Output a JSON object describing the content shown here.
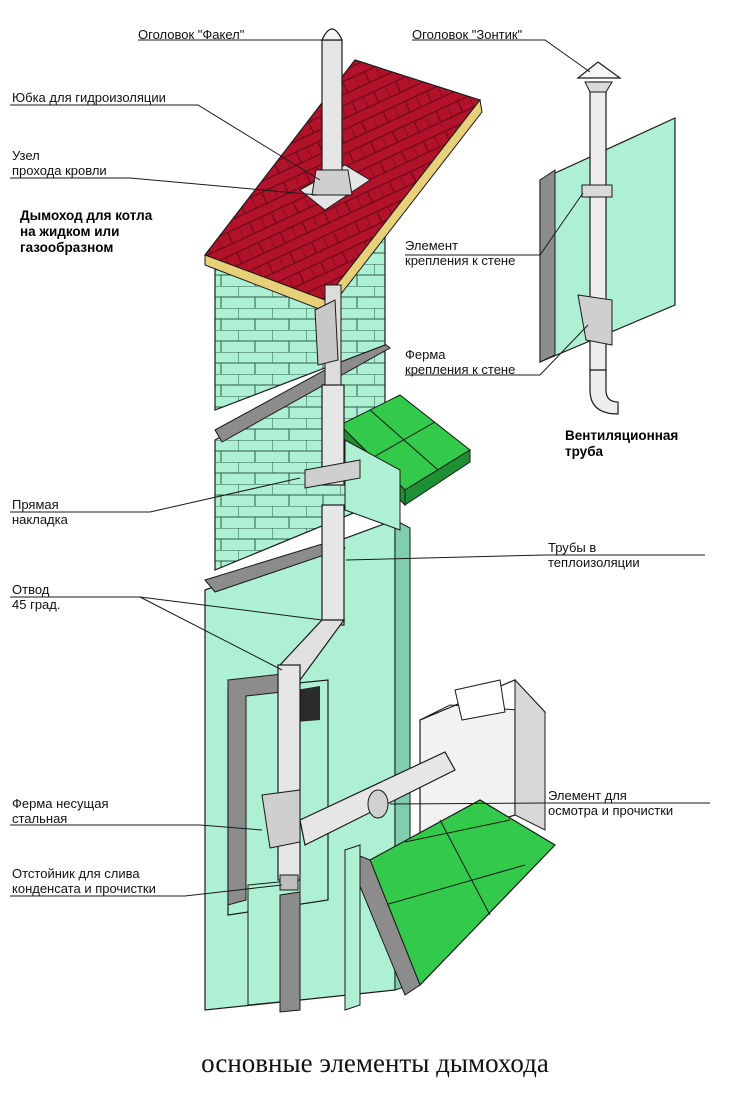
{
  "labels": {
    "ogolovok_fakel": "Оголовок \"Факел\"",
    "ogolovok_zontik": "Оголовок \"Зонтик\"",
    "yubka": "Юбка для гидроизоляции",
    "uzel": "Узел\nпрохода кровли",
    "dymokhod_title": "Дымоход для котла\nна жидком или\nгазообразном",
    "element_krepleniya": "Элемент\nкрепления к стене",
    "ferma_krepleniya": "Ферма\nкрепления к стене",
    "ventilyatsionnaya": "Вентиляционная\nтруба",
    "pryamaya": "Прямая\nнакладка",
    "truby": "Трубы в\nтеплоизоляции",
    "otvod": "Отвод\n45 град.",
    "ferma_nesushchaya": "Ферма несущая\nстальная",
    "element_osmotra": "Элемент для\nосмотра и прочистки",
    "otstoynik": "Отстойник для слива\nконденсата и прочистки"
  },
  "caption": "основные элементы дымохода",
  "colors": {
    "wall": "#aef0d4",
    "brick_gray": "#8c8c8c",
    "floor_green": "#33c94a",
    "roof_red": "#b3122b",
    "roof_edge": "#e8d07a",
    "pipe": "#d9d9d9",
    "line": "#1a1a1a"
  }
}
